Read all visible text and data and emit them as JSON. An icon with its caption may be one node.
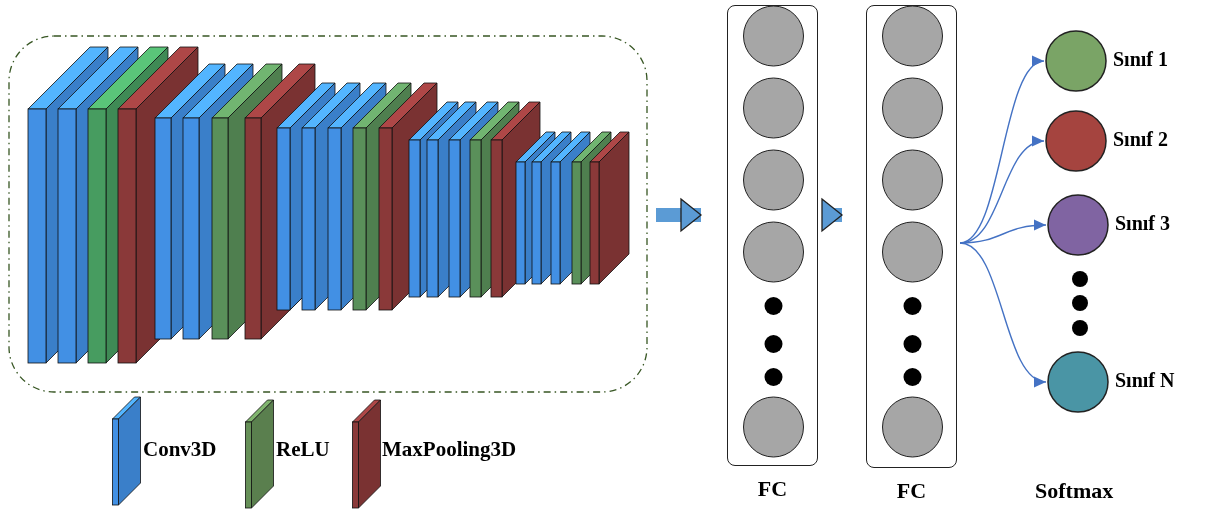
{
  "diagram": {
    "nodes": [
      {
        "text": [],
        "shape": "box"
      },
      {
        "text": [
          "FC"
        ]
      },
      {
        "text": [
          "FC"
        ]
      },
      {
        "text": [],
        "shape": "circle",
        "beside": [
          "Sınıf 1"
        ]
      },
      {
        "text": [],
        "shape": "circle",
        "beside": [
          "Sınıf 2"
        ]
      },
      {
        "text": [],
        "shape": "circle",
        "beside": [
          "Sınıf 3"
        ]
      },
      {
        "text": [],
        "shape": "circle",
        "beside": [
          "Sınıf N"
        ]
      }
    ],
    "edges": [
      {
        "from": 0,
        "to": 1,
        "arrow": "to",
        "style": "thick",
        "color": "#5b9bd5"
      },
      {
        "from": 1,
        "to": 2,
        "arrow": "to",
        "style": "thick",
        "color": "#5b9bd5"
      },
      {
        "from": 2,
        "to": 3,
        "arrow": "to"
      },
      {
        "from": 2,
        "to": 4,
        "arrow": "to"
      },
      {
        "from": 2,
        "to": 5,
        "arrow": "to"
      },
      {
        "from": 2,
        "to": 6,
        "arrow": "to"
      }
    ],
    "labels": [
      "Softmax"
    ],
    "legend": [
      {
        "text": "Conv3D",
        "color": "#3a7fc9"
      },
      {
        "text": "ReLU",
        "color": "#5a7f4e"
      },
      {
        "text": "MaxPooling3D",
        "color": "#7a3232"
      }
    ]
  }
}
